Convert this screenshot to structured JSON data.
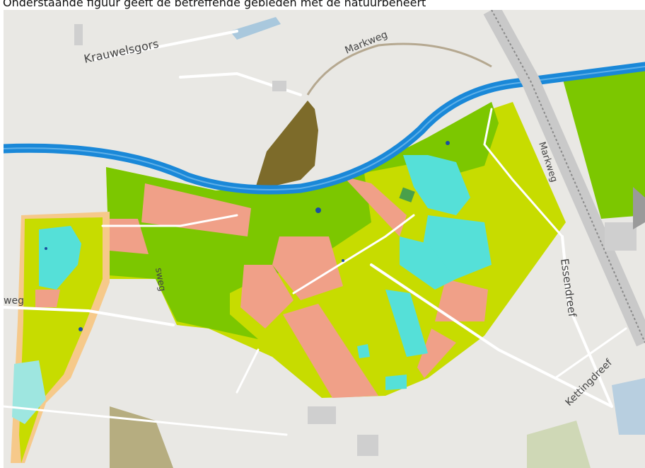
{
  "caption": "Onderstaande figuur geeft de betreffende gebieden met de natuurbeheert",
  "labels": {
    "krauwelsgors": "Krauwelsgors",
    "markweg_top": "Markweg",
    "markweg_side": "Markweg",
    "essendreef": "Essendreef",
    "kettingdreef": "Kettingdreef",
    "weg_left": "weg",
    "road_vertical": "sweg"
  },
  "colors": {
    "background": "#e9e8e4",
    "river": "#1a88d8",
    "bright_green": "#7cc700",
    "yellow_green": "#c7dc00",
    "salmon": "#f0a088",
    "cyan": "#55e0d8",
    "olive": "#7d6b2a",
    "buffer": "#f6c98a"
  }
}
